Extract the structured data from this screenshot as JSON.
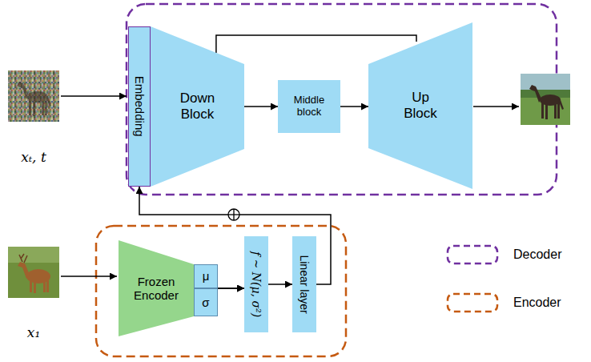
{
  "diagram": {
    "nodes": [
      {
        "text": [
          "Embedding"
        ]
      },
      {
        "text": [
          "Down Block"
        ]
      },
      {
        "text": [
          "Middle block"
        ]
      },
      {
        "text": [
          "Up Block"
        ]
      },
      {
        "text": [
          "Frozen Encoder"
        ]
      },
      {
        "text": [
          "μ"
        ]
      },
      {
        "text": [
          "σ"
        ]
      },
      {
        "text": [
          "f ~ N(μ, σ²)"
        ]
      },
      {
        "text": [
          "Linear layer"
        ]
      }
    ],
    "edges": [
      {
        "from": 1,
        "to": 2,
        "arrow": "to"
      },
      {
        "from": 2,
        "to": 3,
        "arrow": "to"
      },
      {
        "from": 1,
        "to": 3,
        "arrow": "none"
      },
      {
        "from": 5,
        "to": 7,
        "arrow": "to"
      },
      {
        "from": 6,
        "to": 7,
        "arrow": "to"
      },
      {
        "from": 7,
        "to": 8,
        "arrow": "to"
      },
      {
        "from": 8,
        "to": 0,
        "arrow": "to"
      }
    ],
    "labels": [
      "xₜ, t",
      "x₁"
    ],
    "legend": [
      {
        "text": "Decoder"
      },
      {
        "text": "Encoder"
      }
    ]
  }
}
